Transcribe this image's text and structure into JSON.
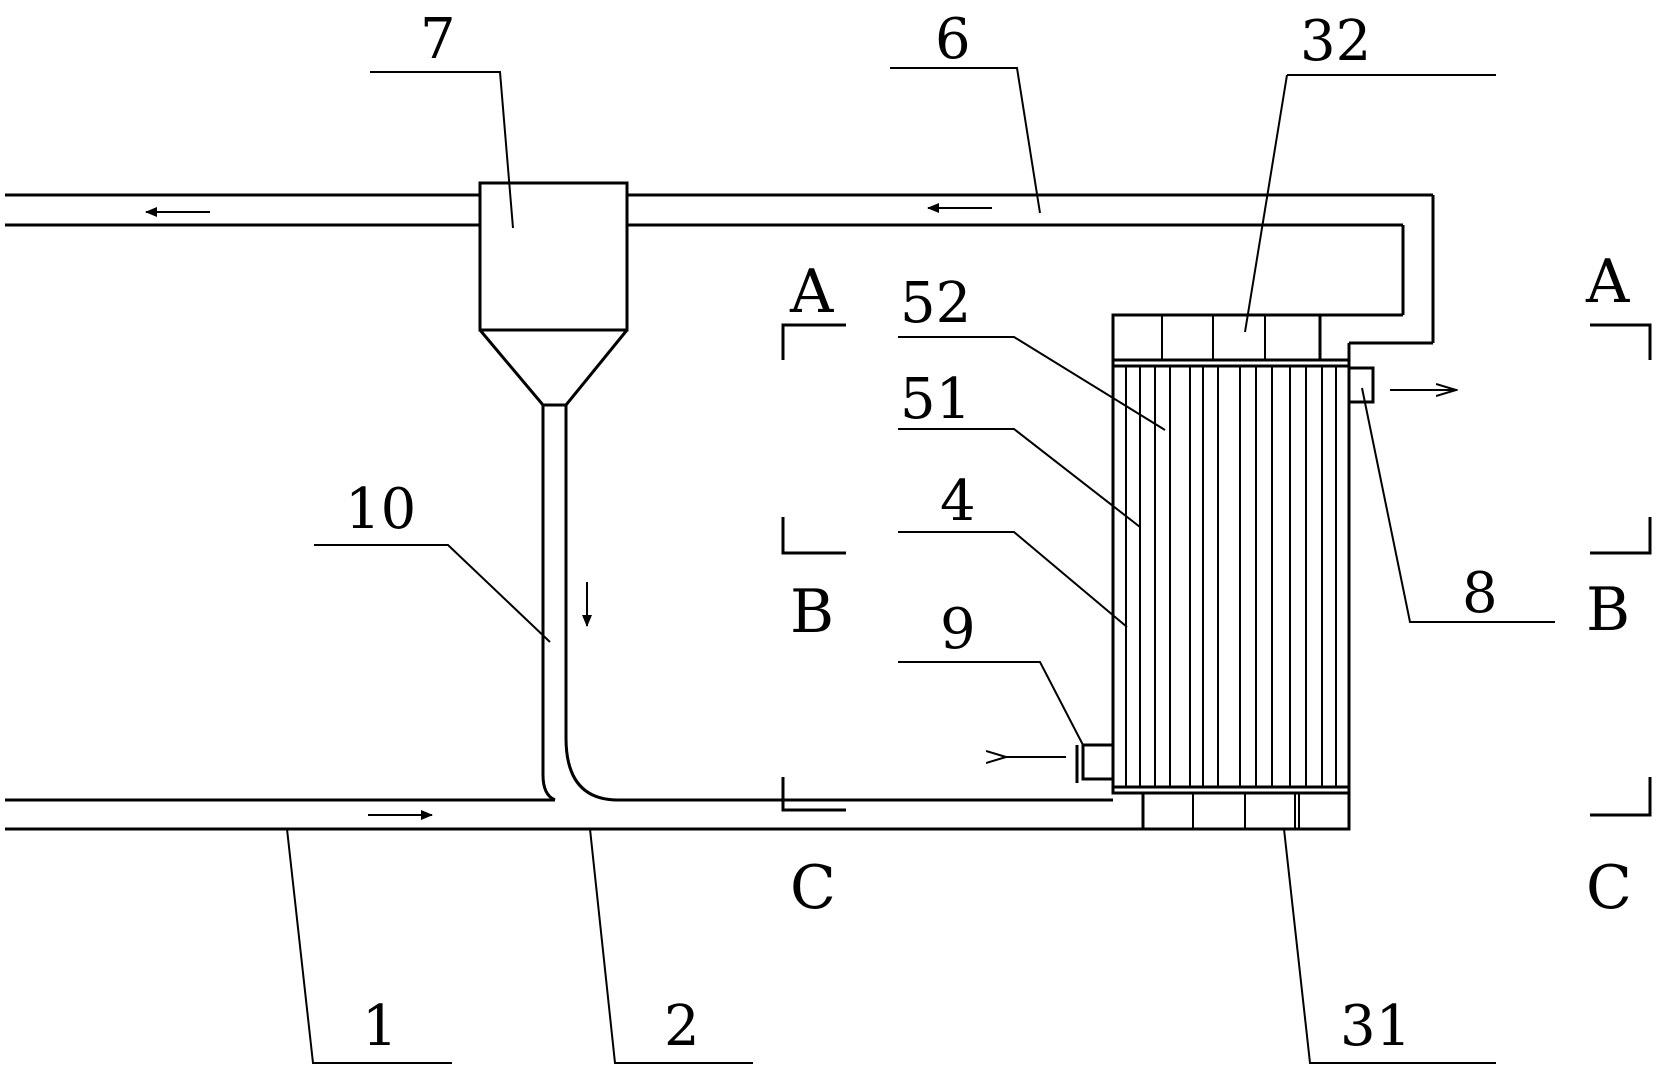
{
  "labels": {
    "l1": "1",
    "l2": "2",
    "l4": "4",
    "l6": "6",
    "l7": "7",
    "l8": "8",
    "l9": "9",
    "l10": "10",
    "l31": "31",
    "l32": "32",
    "l51": "51",
    "l52": "52"
  },
  "sections": {
    "a_left": "A",
    "a_right": "A",
    "b_left": "B",
    "b_right": "B",
    "c_left": "C",
    "c_right": "C"
  },
  "colors": {
    "ink": "#000000",
    "paper": "#ffffff"
  }
}
